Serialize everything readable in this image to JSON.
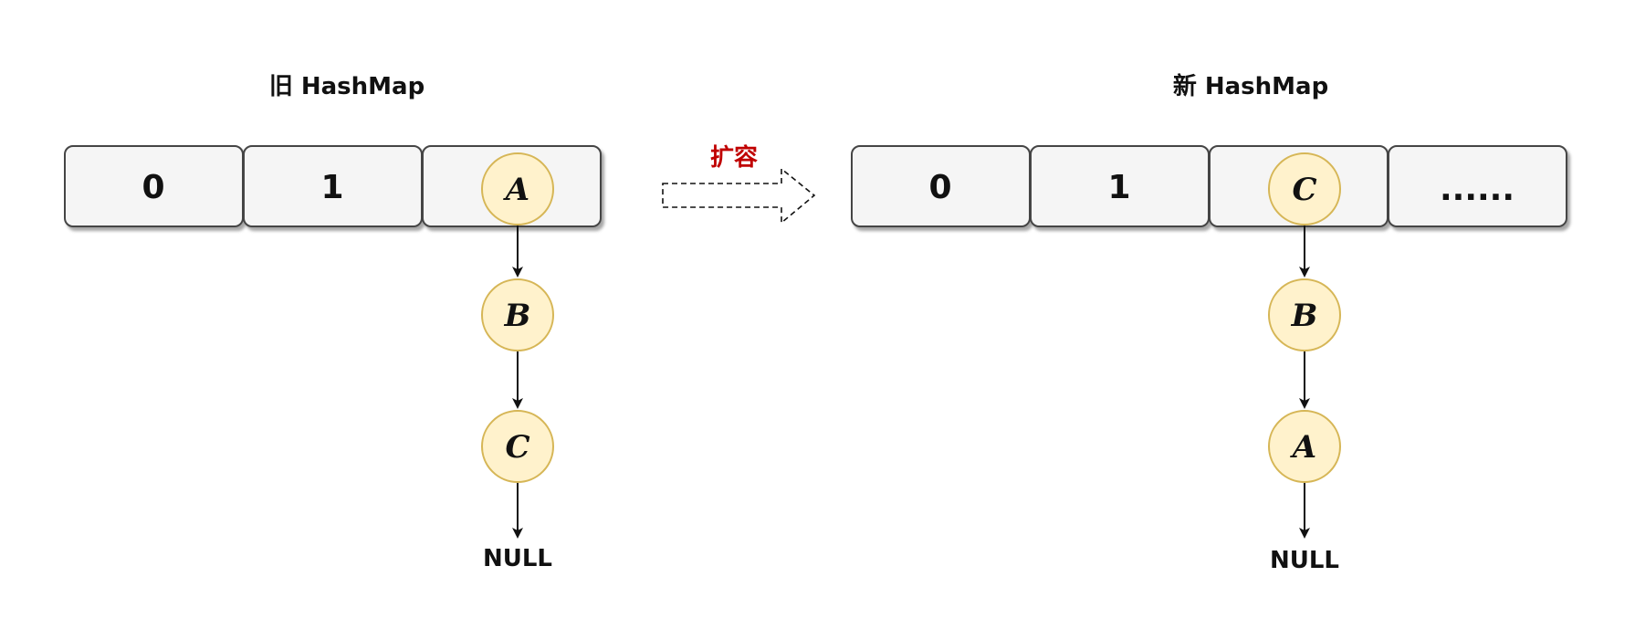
{
  "old_map": {
    "title": "旧 HashMap",
    "cells": [
      "0",
      "1",
      ""
    ],
    "chain": [
      "A",
      "B",
      "C"
    ],
    "terminal": "NULL"
  },
  "new_map": {
    "title": "新 HashMap",
    "cells": [
      "0",
      "1",
      "",
      "......"
    ],
    "chain": [
      "C",
      "B",
      "A"
    ],
    "terminal": "NULL"
  },
  "resize": {
    "label": "扩容",
    "label_color": "#c00000",
    "arrow_style": "dashed-hollow"
  },
  "colors": {
    "cell_fill": "#f5f5f5",
    "cell_stroke": "#444444",
    "node_fill": "#fff2cc",
    "node_stroke": "#d6b656",
    "arrow": "#111111"
  }
}
